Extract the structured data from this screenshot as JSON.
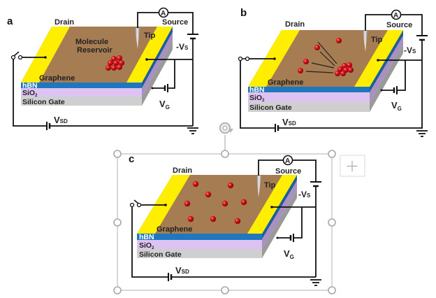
{
  "figure": {
    "panels": [
      {
        "letter": "a",
        "drain": "Drain",
        "source": "Source",
        "tip": "Tip",
        "ammeter": "A",
        "vs_label": "-V",
        "vs_sub": "S",
        "vg_label": "V",
        "vg_sub": "G",
        "vsd_label": "V",
        "vsd_sub": "SD",
        "graphene": "Graphene",
        "reservoir_line1": "Molecule",
        "reservoir_line2": "Reservoir",
        "layers": [
          "hBN",
          "SiO",
          "Silicon Gate"
        ],
        "sio_sub": "2",
        "switch_state": "open",
        "molecule_state": "clustered"
      },
      {
        "letter": "b",
        "drain": "Drain",
        "source": "Source",
        "tip": "Tip",
        "ammeter": "A",
        "vs_label": "-V",
        "vs_sub": "S",
        "vg_label": "V",
        "vg_sub": "G",
        "vsd_label": "V",
        "vsd_sub": "SD",
        "graphene": "Graphene",
        "layers": [
          "hBN",
          "SiO",
          "Silicon Gate"
        ],
        "sio_sub": "2",
        "switch_state": "closed",
        "molecule_state": "spreading"
      },
      {
        "letter": "c",
        "drain": "Drain",
        "source": "Source",
        "tip": "Tip",
        "ammeter": "A",
        "vs_label": "-V",
        "vs_sub": "S",
        "vg_label": "V",
        "vg_sub": "G",
        "vsd_label": "V",
        "vsd_sub": "SD",
        "graphene": "Graphene",
        "layers": [
          "hBN",
          "SiO",
          "Silicon Gate"
        ],
        "sio_sub": "2",
        "switch_state": "open",
        "molecule_state": "dispersed"
      }
    ],
    "colors": {
      "graphene": "#a67c52",
      "electrode": "#ffee00",
      "hbn": "#1f77c0",
      "hbn_side": "#1c5f96",
      "sio2": "#dcc3f2",
      "sio2_side": "#a98fc3",
      "silicon": "#cfcfcf",
      "silicon_side": "#9a9a9a",
      "molecule": "#d0101c",
      "selection": "#a8a8a8"
    }
  },
  "editor": {
    "rotate_handle": "rotate-handle",
    "add_button": "+"
  }
}
